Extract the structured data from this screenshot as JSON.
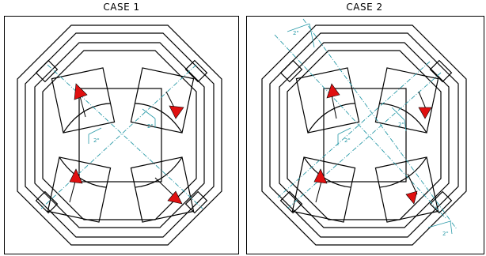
{
  "cases": [
    {
      "title": "CASE 1",
      "dimension_labels": [
        "2\"",
        "2\""
      ]
    },
    {
      "title": "CASE 2",
      "dimension_labels": [
        "2\"",
        "2\"",
        "2\"",
        "2\""
      ]
    }
  ],
  "colors": {
    "outline": "#000000",
    "centerline": "#2a9aa8",
    "arrow": "#e01010"
  }
}
